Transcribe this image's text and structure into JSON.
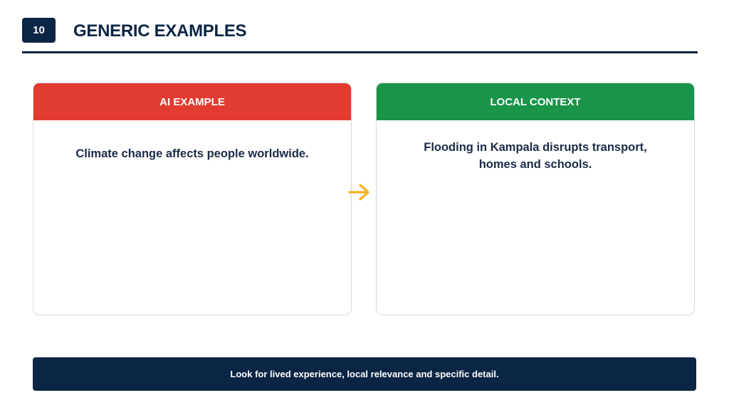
{
  "slide": {
    "number": "10",
    "title": "GENERIC EXAMPLES"
  },
  "cards": [
    {
      "header": "AI EXAMPLE",
      "body": "Climate change affects people worldwide.",
      "accent": "#e23c31"
    },
    {
      "header": "LOCAL CONTEXT",
      "body": "Flooding in Kampala disrupts transport, homes and schools.",
      "accent": "#1a9448"
    }
  ],
  "arrow": {
    "icon": "arrow-right-icon",
    "color": "#f5b21b"
  },
  "footer": {
    "text": "Look for lived experience, local relevance and specific detail."
  },
  "colors": {
    "navy": "#0b2545"
  }
}
